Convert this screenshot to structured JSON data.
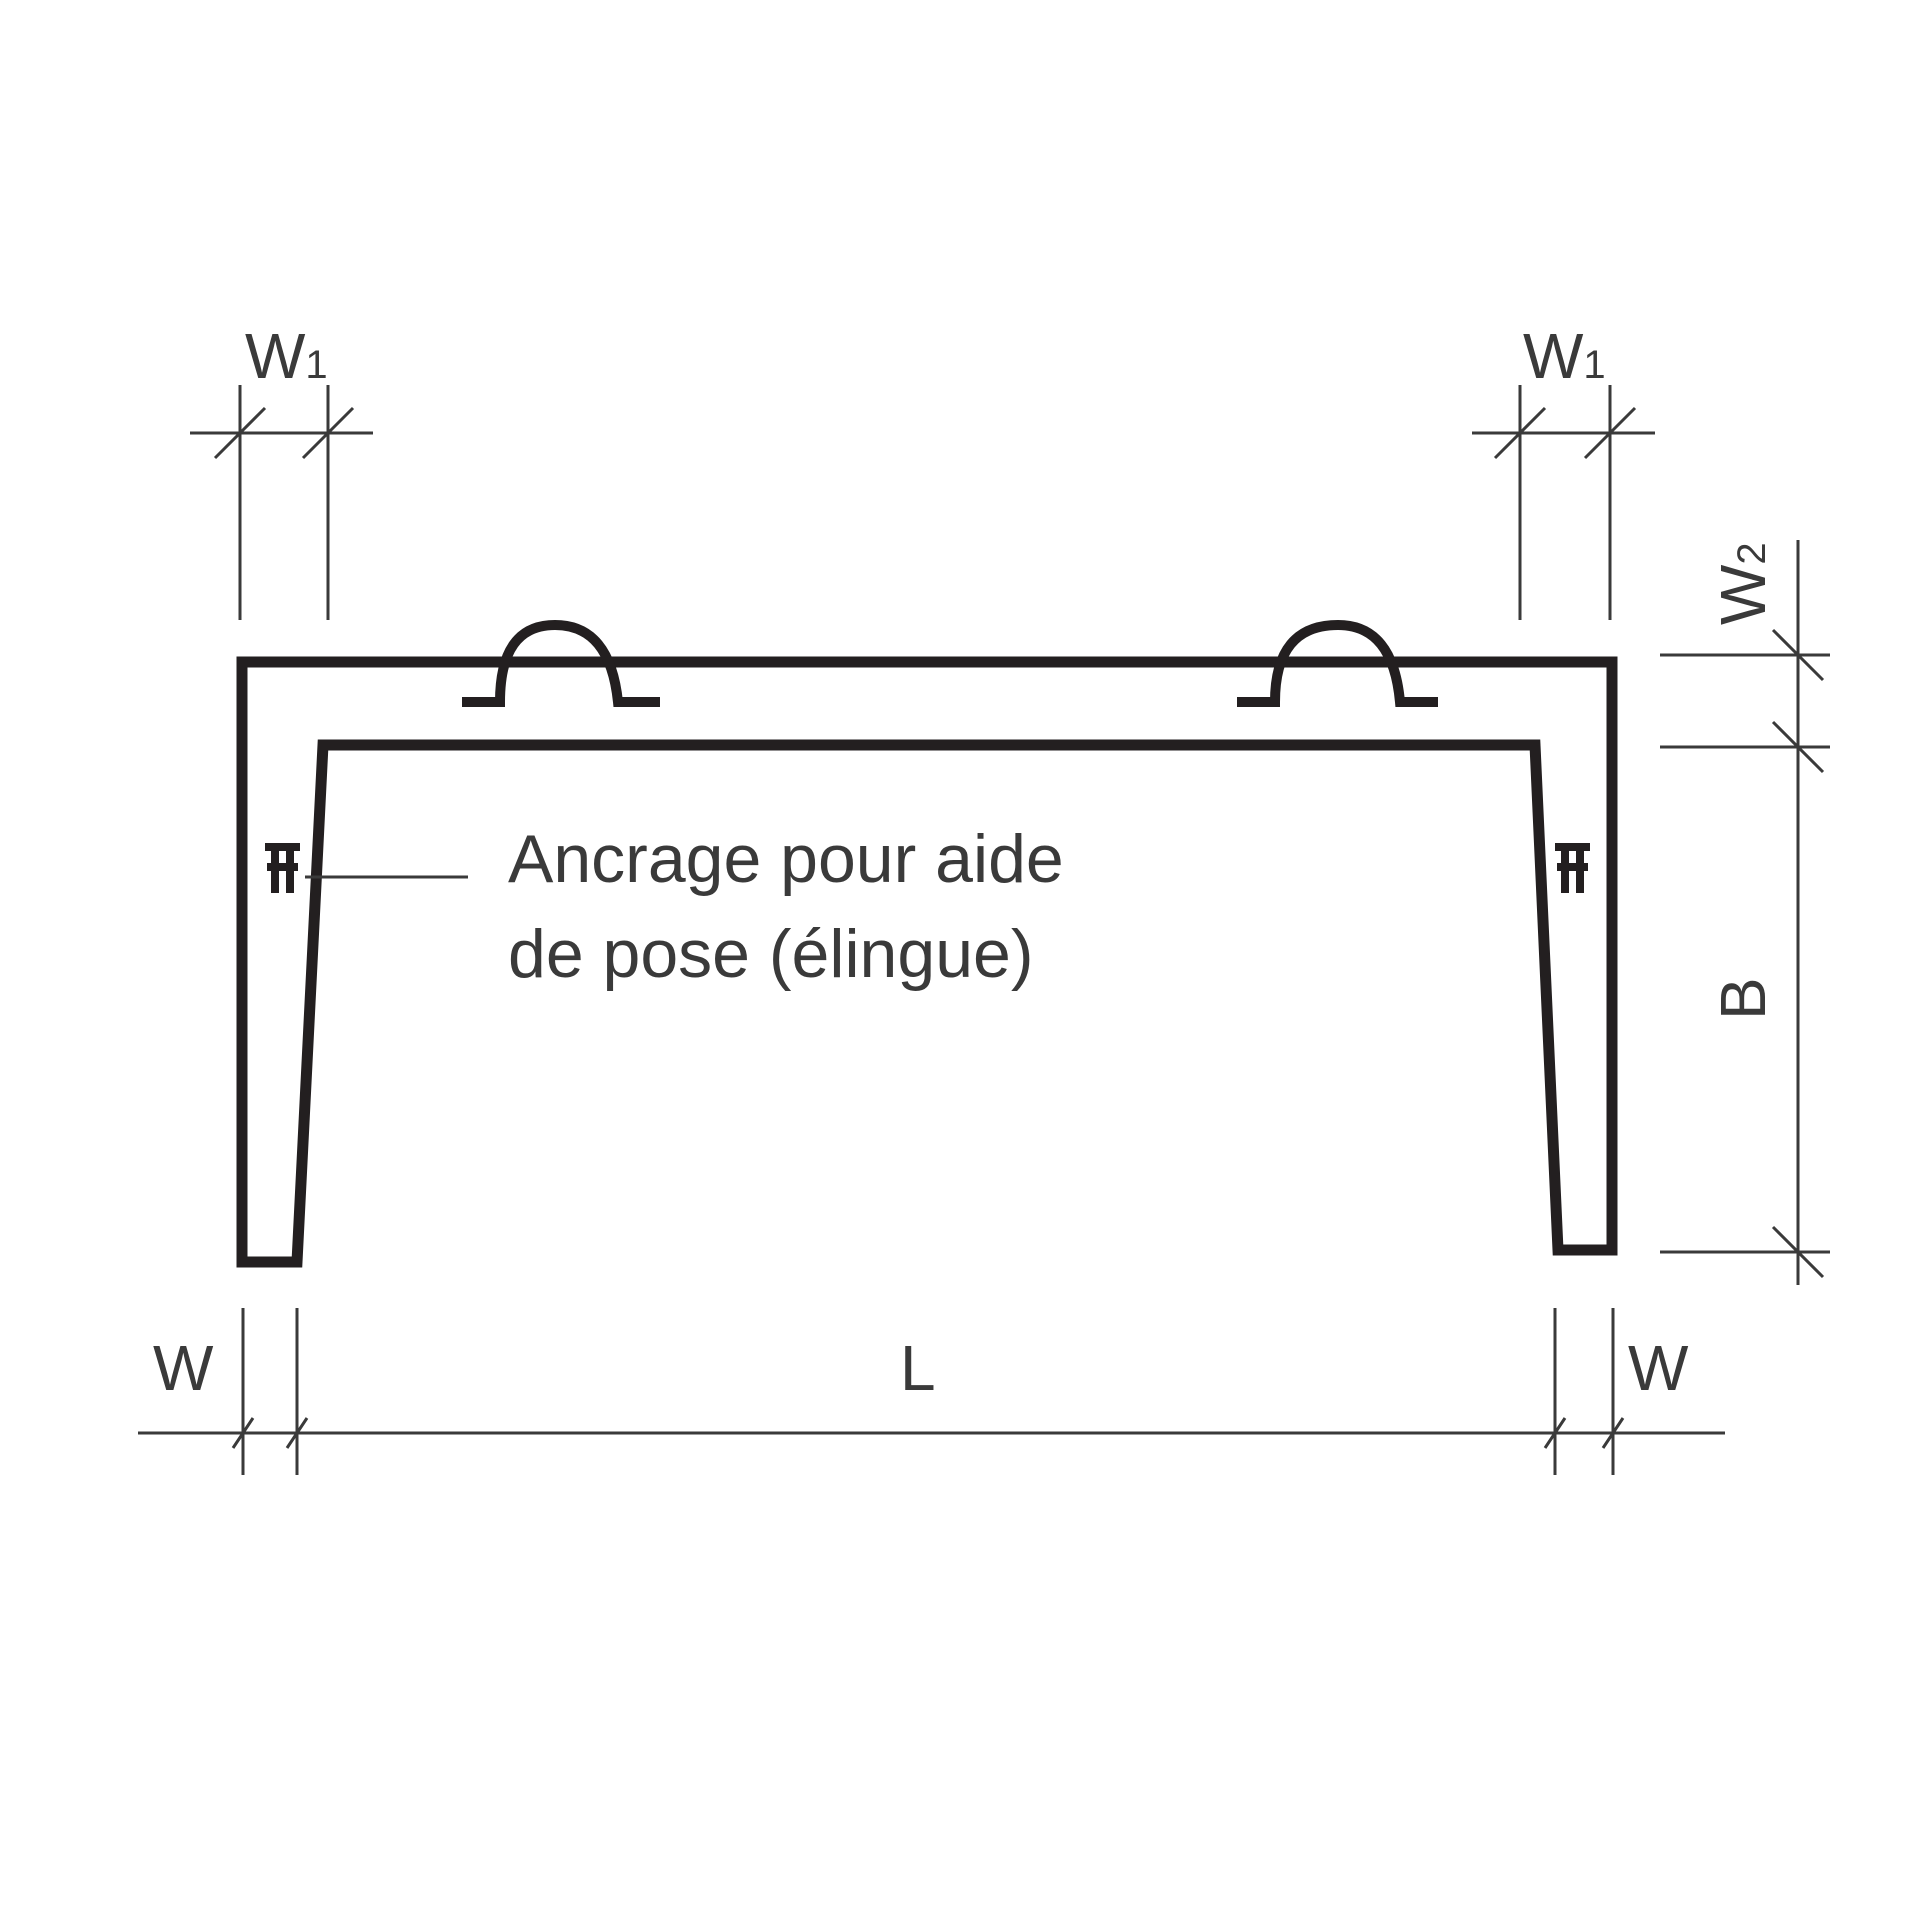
{
  "colors": {
    "stroke": "#231f20",
    "dimension_line": "#3a3a3a",
    "text": "#3a3a3a",
    "background": "#ffffff"
  },
  "dimensions": {
    "w1_left": {
      "main": "W",
      "sub": "1"
    },
    "w1_right": {
      "main": "W",
      "sub": "1"
    },
    "w2": {
      "main": "W",
      "sub": "2"
    },
    "b": "B",
    "w_left": "W",
    "l": "L",
    "w_right": "W"
  },
  "annotation": {
    "line1": "Ancrage pour aide",
    "line2": "de pose (élingue)"
  }
}
